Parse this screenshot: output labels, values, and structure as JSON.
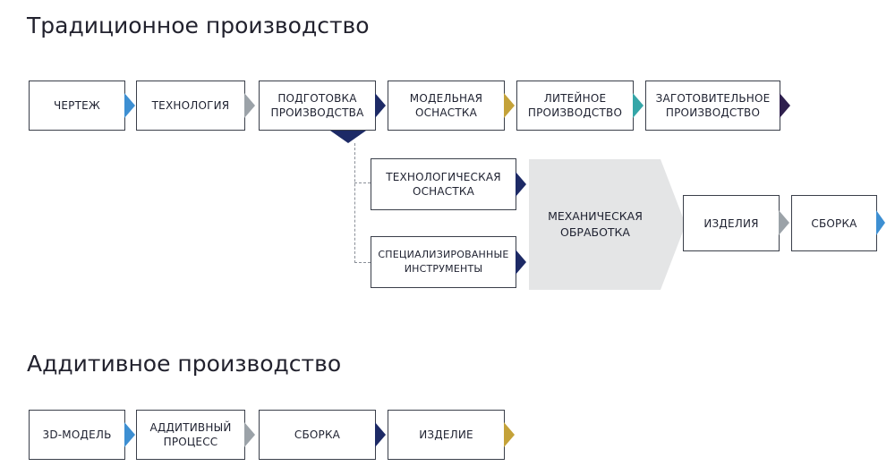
{
  "traditional": {
    "title": "Традиционное производство",
    "top_row": [
      {
        "label": "ЧЕРТЕЖ",
        "accent": "#3d8fd2"
      },
      {
        "label": "ТЕХНОЛОГИЯ",
        "accent": "#9ba2a8"
      },
      {
        "label": "ПОДГОТОВКА\nПРОИЗВОДСТВА",
        "accent": "#1d2a66"
      },
      {
        "label": "МОДЕЛЬНАЯ\nОСНАСТКА",
        "accent": "#c4a239"
      },
      {
        "label": "ЛИТЕЙНОЕ\nПРОИЗВОДСТВО",
        "accent": "#35a6a8"
      },
      {
        "label": "ЗАГОТОВИТЕЛЬНОЕ\nПРОИЗВОДСТВО",
        "accent": "#2e1f4d"
      }
    ],
    "branch": [
      {
        "label": "ТЕХНОЛОГИЧЕСКАЯ\nОСНАСТКА",
        "accent": "#1d2a66"
      },
      {
        "label": "СПЕЦИАЛИЗИРОВАННЫЕ\nИНСТРУМЕНТЫ",
        "accent": "#1d2a66"
      }
    ],
    "machining": {
      "label": "МЕХАНИЧЕСКАЯ\nОБРАБОТКА"
    },
    "tail": [
      {
        "label": "ИЗДЕЛИЯ",
        "accent": "#9ba2a8"
      },
      {
        "label": "СБОРКА",
        "accent": "#3d8fd2"
      }
    ]
  },
  "additive": {
    "title": "Аддитивное производство",
    "row": [
      {
        "label": "3D-МОДЕЛЬ",
        "accent": "#3d8fd2"
      },
      {
        "label": "АДДИТИВНЫЙ\nПРОЦЕСС",
        "accent": "#9ba2a8"
      },
      {
        "label": "СБОРКА",
        "accent": "#1d2a66"
      },
      {
        "label": "ИЗДЕЛИЕ",
        "accent": "#c4a239"
      }
    ]
  }
}
